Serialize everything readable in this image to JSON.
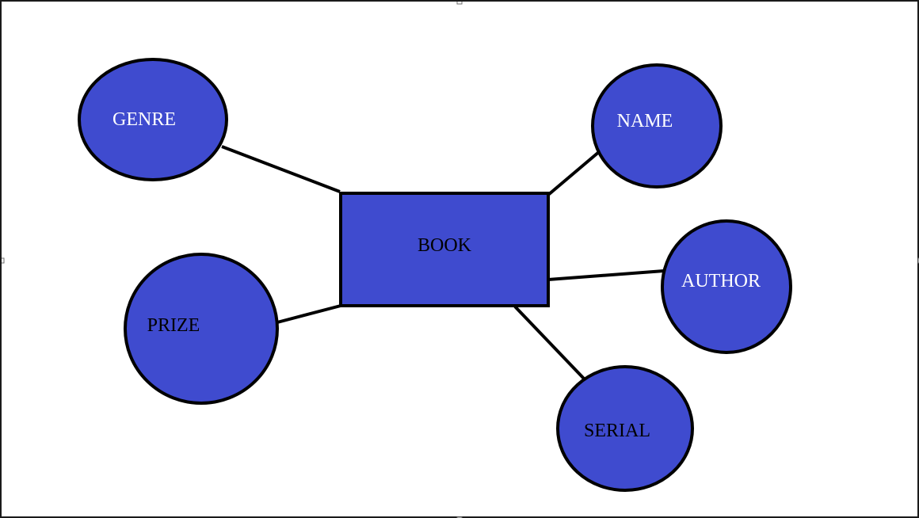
{
  "diagram": {
    "colors": {
      "shape_fill": "#3f4bcf",
      "stroke": "#000000",
      "connector": "#000000",
      "label_light": "#ffffff",
      "label_dark": "#000000",
      "background": "#ffffff"
    },
    "entity": {
      "label": "BOOK",
      "label_color": "dark"
    },
    "attributes": [
      {
        "id": "genre",
        "label": "GENRE",
        "label_color": "light"
      },
      {
        "id": "name",
        "label": "NAME",
        "label_color": "light"
      },
      {
        "id": "author",
        "label": "AUTHOR",
        "label_color": "light"
      },
      {
        "id": "prize",
        "label": "PRIZE",
        "label_color": "dark"
      },
      {
        "id": "serial",
        "label": "SERIAL",
        "label_color": "dark"
      }
    ]
  }
}
